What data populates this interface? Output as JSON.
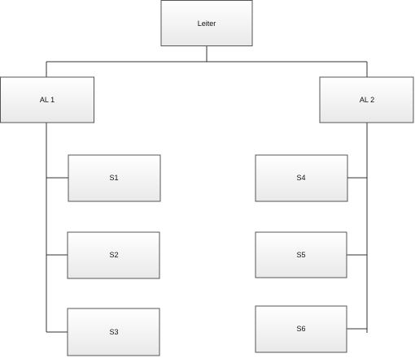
{
  "org_chart": {
    "root": {
      "label": "Leiter"
    },
    "managers": [
      {
        "label": "AL 1",
        "staff": [
          "S1",
          "S2",
          "S3"
        ]
      },
      {
        "label": "AL 2",
        "staff": [
          "S4",
          "S5",
          "S6"
        ]
      }
    ]
  }
}
